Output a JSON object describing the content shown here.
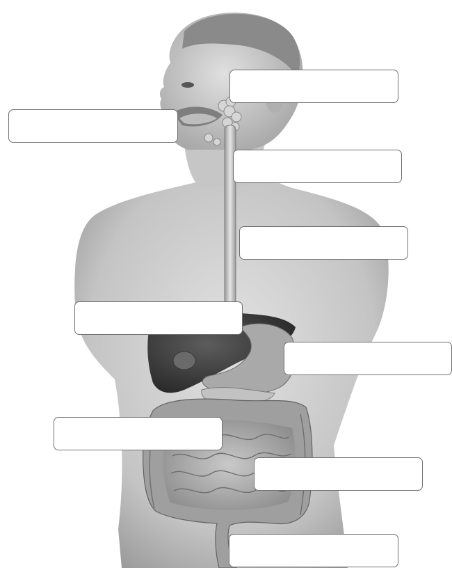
{
  "figure": {
    "subject": "digestive-system-anatomy",
    "colors": {
      "background": "#ffffff",
      "skin_light": "#dcdcdc",
      "skin_mid": "#b9b9b9",
      "skin_dark": "#8f8f8f",
      "hair": "#7a7a7a",
      "liver": "#3c3c3c",
      "stomach": "#a6a6a6",
      "intestine": "#b4b4b4",
      "organ_outline": "#5a5a5a",
      "box_border": "#6f6f6f"
    }
  },
  "label_boxes": [
    {
      "id": "salivary-glands",
      "text": ""
    },
    {
      "id": "mouth",
      "text": ""
    },
    {
      "id": "pharynx",
      "text": ""
    },
    {
      "id": "esophagus",
      "text": ""
    },
    {
      "id": "liver",
      "text": ""
    },
    {
      "id": "stomach",
      "text": ""
    },
    {
      "id": "gallbladder",
      "text": ""
    },
    {
      "id": "small-intestine",
      "text": ""
    },
    {
      "id": "large-intestine",
      "text": ""
    }
  ]
}
